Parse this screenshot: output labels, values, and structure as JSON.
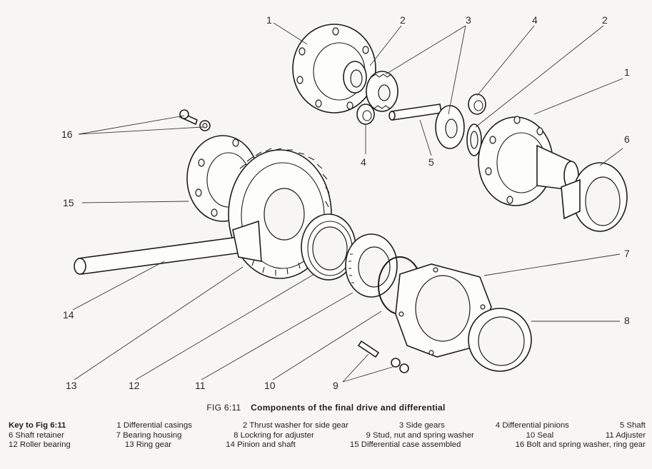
{
  "figure": {
    "callouts": [
      {
        "id": "c1a",
        "text": "1"
      },
      {
        "id": "c2a",
        "text": "2"
      },
      {
        "id": "c3",
        "text": "3"
      },
      {
        "id": "c4a",
        "text": "4"
      },
      {
        "id": "c2b",
        "text": "2"
      },
      {
        "id": "c1b",
        "text": "1"
      },
      {
        "id": "c6",
        "text": "6"
      },
      {
        "id": "c16",
        "text": "16"
      },
      {
        "id": "c4b",
        "text": "4"
      },
      {
        "id": "c5",
        "text": "5"
      },
      {
        "id": "c15",
        "text": "15"
      },
      {
        "id": "c7",
        "text": "7"
      },
      {
        "id": "c8",
        "text": "8"
      },
      {
        "id": "c14",
        "text": "14"
      },
      {
        "id": "c13",
        "text": "13"
      },
      {
        "id": "c12",
        "text": "12"
      },
      {
        "id": "c11",
        "text": "11"
      },
      {
        "id": "c10",
        "text": "10"
      },
      {
        "id": "c9",
        "text": "9"
      }
    ]
  },
  "caption": {
    "fig_number": "FIG 6:11",
    "title": "Components of the final drive and differential"
  },
  "key": {
    "title": "Key to Fig 6:11",
    "items": [
      "1  Differential casings",
      "2  Thrust washer for side gear",
      "3  Side gears",
      "4  Differential pinions",
      "5  Shaft",
      "6  Shaft retainer",
      "7  Bearing housing",
      "8  Lockring for adjuster",
      "9  Stud, nut and spring washer",
      "10  Seal",
      "11  Adjuster",
      "12  Roller bearing",
      "13  Ring gear",
      "14  Pinion and shaft",
      "15  Differential case assembled",
      "16  Bolt and spring washer, ring gear"
    ]
  }
}
